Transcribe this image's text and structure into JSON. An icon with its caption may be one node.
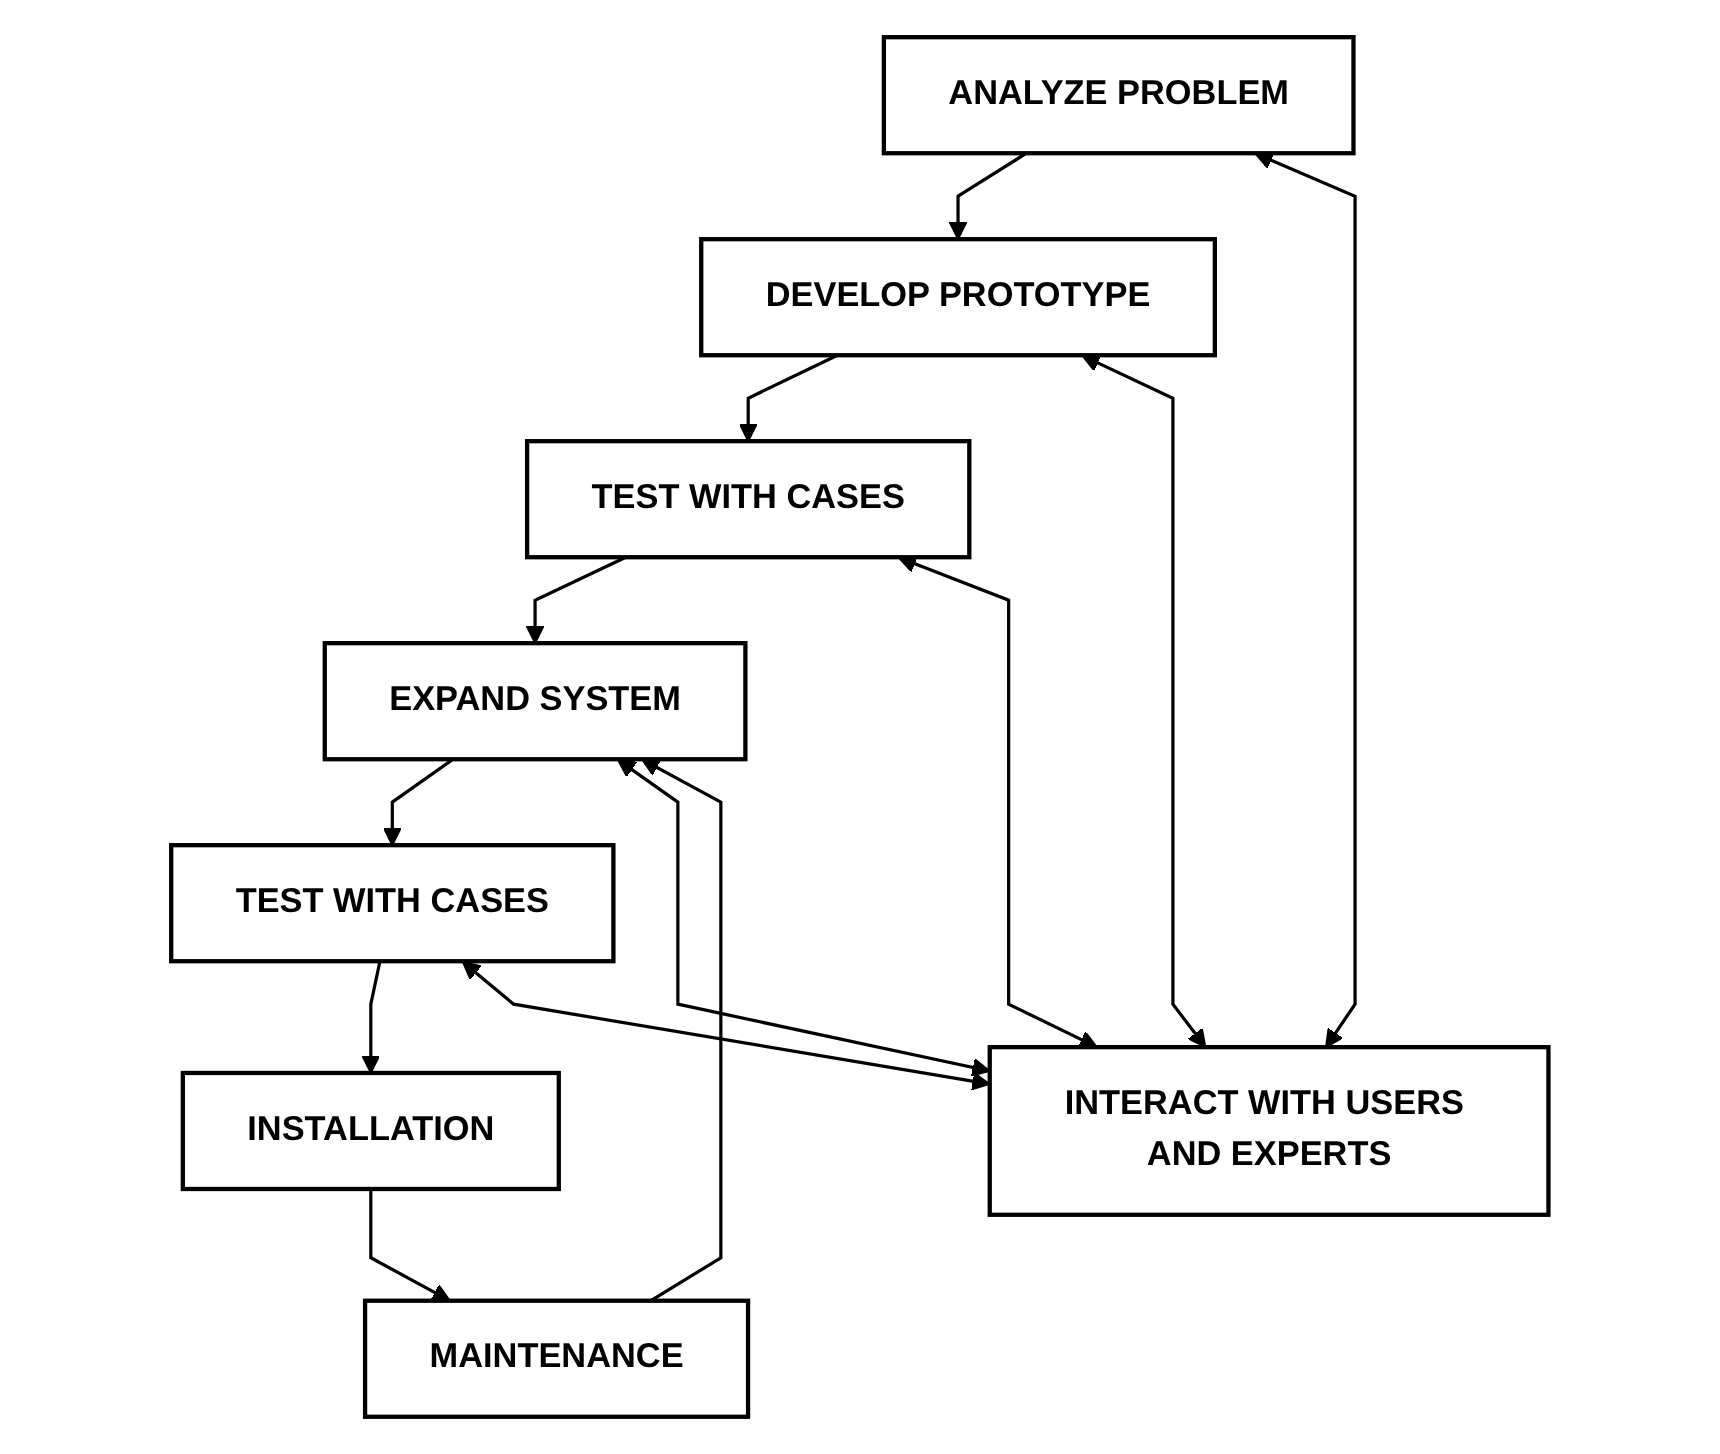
{
  "diagram": {
    "nodes": [
      {
        "text": [
          "ANALYZE PROBLEM"
        ]
      },
      {
        "text": [
          "DEVELOP PROTOTYPE"
        ]
      },
      {
        "text": [
          "TEST WITH CASES"
        ]
      },
      {
        "text": [
          "EXPAND SYSTEM"
        ]
      },
      {
        "text": [
          "TEST WITH CASES"
        ]
      },
      {
        "text": [
          "INSTALLATION"
        ]
      },
      {
        "text": [
          "MAINTENANCE"
        ]
      },
      {
        "text": [
          "INTERACT WITH USERS AND EXPERTS"
        ]
      }
    ],
    "edges": [
      {
        "from": 0,
        "to": 1,
        "arrow": "to"
      },
      {
        "from": 1,
        "to": 2,
        "arrow": "to"
      },
      {
        "from": 2,
        "to": 3,
        "arrow": "to"
      },
      {
        "from": 3,
        "to": 4,
        "arrow": "to"
      },
      {
        "from": 4,
        "to": 5,
        "arrow": "to"
      },
      {
        "from": 5,
        "to": 6,
        "arrow": "to"
      },
      {
        "from": 6,
        "to": 3,
        "arrow": "to"
      },
      {
        "from": 0,
        "to": 7,
        "arrow": "both"
      },
      {
        "from": 1,
        "to": 7,
        "arrow": "both"
      },
      {
        "from": 2,
        "to": 7,
        "arrow": "both"
      },
      {
        "from": 3,
        "to": 7,
        "arrow": "both"
      },
      {
        "from": 4,
        "to": 7,
        "arrow": "both"
      }
    ]
  }
}
